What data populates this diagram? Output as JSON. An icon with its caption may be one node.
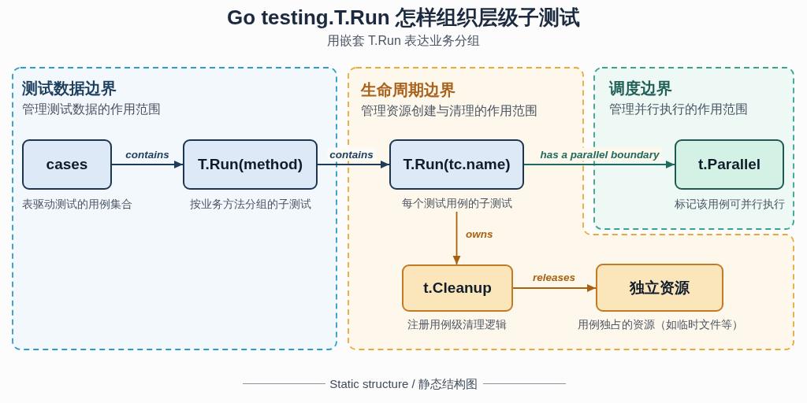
{
  "diagram": {
    "title": "Go testing.T.Run 怎样组织层级子测试",
    "caption": "Static structure / 静态结构图",
    "nodes": [
      {
        "text": [
          "测试数据边界",
          "管理测试数据的作用范围"
        ]
      },
      {
        "text": [
          "cases"
        ],
        "in": 0,
        "beside": [
          "表驱动测试的用例集合"
        ]
      },
      {
        "text": [
          "T.Run(method)"
        ],
        "in": 0,
        "beside": [
          "按业务方法分组的子测试"
        ]
      },
      {
        "text": [
          "生命周期边界",
          "管理资源创建与清理的作用范围"
        ]
      },
      {
        "text": [
          "T.Run(tc.name)"
        ],
        "in": 3,
        "beside": [
          "每个测试用例的子测试"
        ]
      },
      {
        "text": [
          "调度边界",
          "管理并行执行的作用范围"
        ]
      },
      {
        "text": [
          "t.Parallel"
        ],
        "in": 5,
        "beside": [
          "标记该用例可并行执行"
        ]
      },
      {
        "text": [
          "t.Cleanup"
        ],
        "in": 3,
        "beside": [
          "注册用例级清理逻辑"
        ]
      },
      {
        "text": [
          "独立资源"
        ],
        "in": 3,
        "beside": [
          "用例独占的资源（如临时文件等）"
        ]
      }
    ],
    "edges": [
      {
        "from": 1,
        "to": 2,
        "arrow": "to",
        "label": "contains"
      },
      {
        "from": 2,
        "to": 4,
        "arrow": "to",
        "label": "contains"
      },
      {
        "from": 4,
        "to": 6,
        "arrow": "to",
        "label": "has a parallel boundary",
        "color": "#1f6b60"
      },
      {
        "from": 4,
        "to": 7,
        "arrow": "to",
        "label": "owns",
        "color": "#a8620f"
      },
      {
        "from": 7,
        "to": 8,
        "arrow": "to",
        "label": "releases",
        "color": "#a8620f"
      }
    ],
    "labels": [
      "用嵌套 T.Run 表达业务分组"
    ]
  }
}
